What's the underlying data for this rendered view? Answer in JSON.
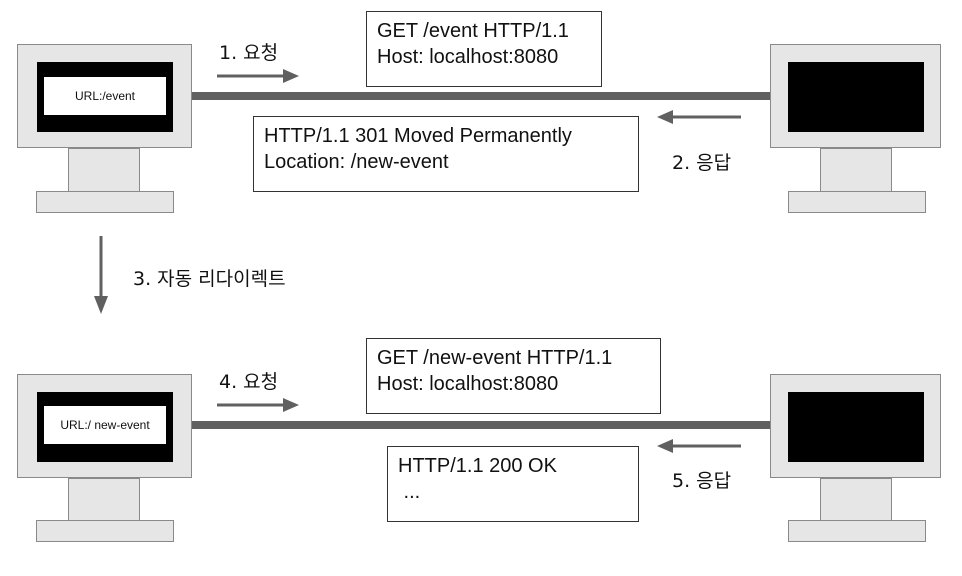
{
  "row1": {
    "client_url": "URL:/event",
    "request_step": "1. 요청",
    "request_line1": "GET /event HTTP/1.1",
    "request_line2": "Host: localhost:8080",
    "response_line1": "HTTP/1.1 301 Moved Permanently",
    "response_line2": "Location: /new-event",
    "response_step": "2. 응답"
  },
  "redirect_step": "3. 자동 리다이렉트",
  "row2": {
    "client_url": "URL:/ new-event",
    "request_step": "4. 요청",
    "request_line1": "GET /new-event HTTP/1.1",
    "request_line2": "Host: localhost:8080",
    "response_line1": "HTTP/1.1 200 OK",
    "response_line2": " ...",
    "response_step": "5. 응답"
  },
  "colors": {
    "wire": "#606060",
    "monitor": "#e6e6e6",
    "screen": "#000000",
    "border": "#333333"
  }
}
